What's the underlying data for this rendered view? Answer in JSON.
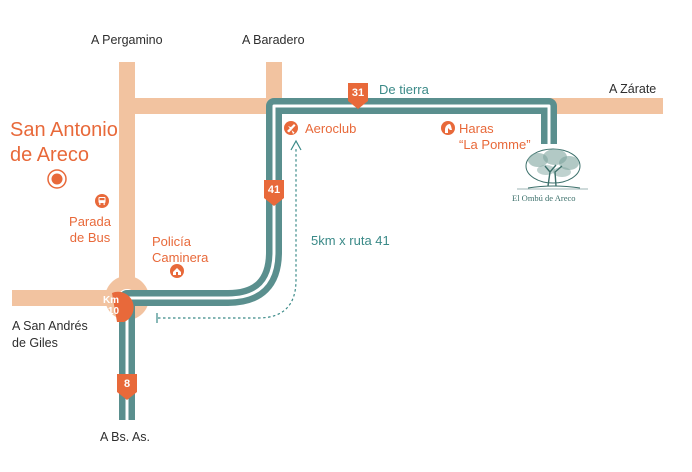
{
  "directions": {
    "pergamino": "A Pergamino",
    "baradero": "A Baradero",
    "zarate": "A Zárate",
    "san_andres_line1": "A San Andrés",
    "san_andres_line2": "de Giles",
    "bsas": "A Bs. As."
  },
  "town": {
    "line1": "San Antonio",
    "line2": "de Areco"
  },
  "pois": {
    "bus_line1": "Parada",
    "bus_line2": "de Bus",
    "police_line1": "Policía",
    "police_line2": "Caminera",
    "aeroclub": "Aeroclub",
    "haras_line1": "Haras",
    "haras_line2": "“La Pomme”"
  },
  "routes": {
    "r31": "31",
    "r41": "41",
    "r8": "8",
    "km_line1": "Km",
    "km_line2": "110",
    "dirt": "De tierra",
    "distance": "5km x ruta 41"
  },
  "estancia": {
    "name": "El Ombú de Areco"
  },
  "colors": {
    "road": "#f2c3a0",
    "route": "#5a8f8e",
    "route_inner": "#ffffff",
    "accent": "#e8693a",
    "teal_text": "#3b8a88"
  },
  "icons": {
    "town": "target-circle-icon",
    "bus": "bus-icon",
    "police": "police-badge-icon",
    "plane": "airplane-icon",
    "horse": "horse-head-icon",
    "tree": "ombu-tree-icon"
  }
}
